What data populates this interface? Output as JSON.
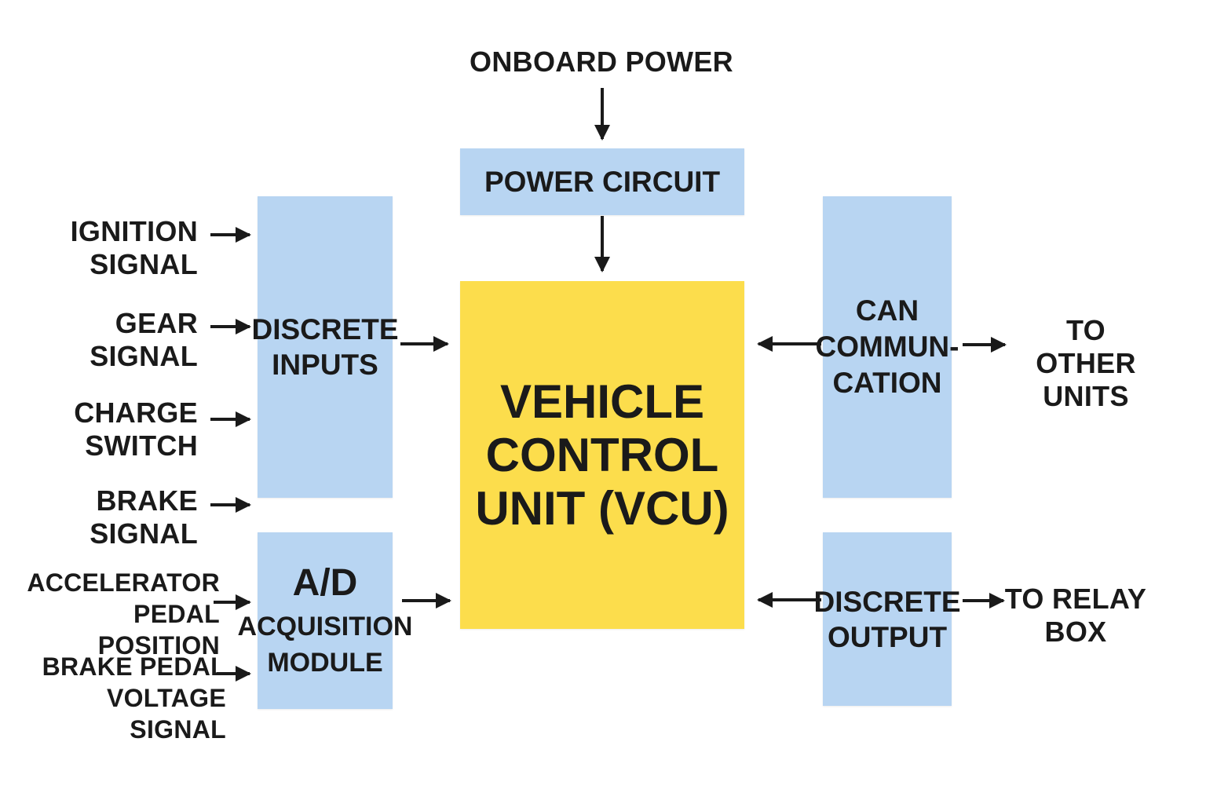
{
  "colors": {
    "block_blue": "#b8d5f2",
    "block_yellow": "#fcdd4c",
    "arrow": "#1a1a1a"
  },
  "top": {
    "power_source": "ONBOARD POWER"
  },
  "blocks": {
    "power_circuit": "POWER CIRCUIT",
    "vcu": "VEHICLE\nCONTROL\nUNIT (VCU)",
    "discrete_inputs": "DISCRETE\nINPUTS",
    "ad_title": "A/D",
    "ad_subtitle": "ACQUISITION\nMODULE",
    "can": "CAN\nCOMMUN-\nCATION",
    "discrete_output": "DISCRETE\nOUTPUT"
  },
  "inputs": {
    "ignition": "IGNITION\nSIGNAL",
    "gear": "GEAR\nSIGNAL",
    "charge": "CHARGE\nSWITCH",
    "brake": "BRAKE\nSIGNAL",
    "accelerator": "ACCELERATOR\nPEDAL POSITION",
    "brake_pedal": "BRAKE PEDAL\nVOLTAGE SIGNAL"
  },
  "outputs": {
    "other_units": "TO OTHER\nUNITS",
    "relay_box": "TO RELAY\nBOX"
  }
}
